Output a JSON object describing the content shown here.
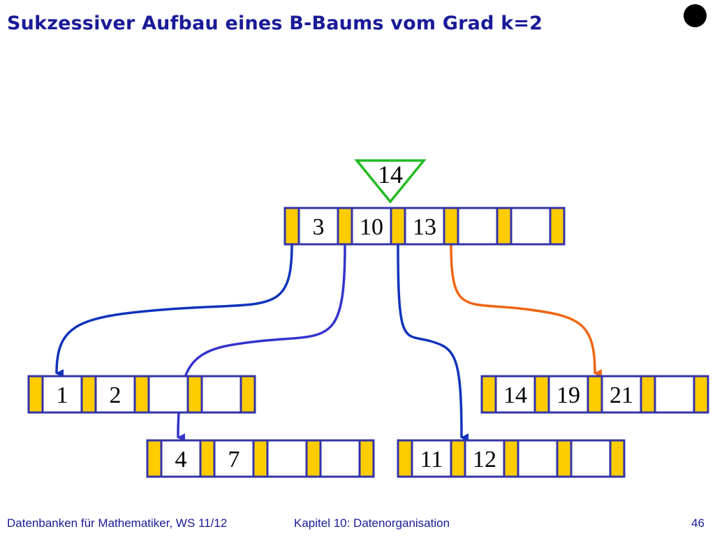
{
  "slide": {
    "title": "Sukzessiver Aufbau eines B-Baums vom Grad k=2",
    "bullet_icon": "filled-circle-icon"
  },
  "tree": {
    "grade_k": 2,
    "insert_key": "14",
    "root": {
      "keys": [
        "3",
        "10",
        "13",
        "",
        ""
      ]
    },
    "leaves": [
      {
        "id": "leaf-1",
        "keys": [
          "1",
          "2",
          "",
          ""
        ]
      },
      {
        "id": "leaf-2",
        "keys": [
          "4",
          "7",
          "",
          ""
        ]
      },
      {
        "id": "leaf-3",
        "keys": [
          "11",
          "12",
          "",
          ""
        ]
      },
      {
        "id": "leaf-4",
        "keys": [
          "14",
          "19",
          "21",
          ""
        ]
      }
    ],
    "edges": [
      {
        "from_pointer": 0,
        "to": "leaf-1",
        "color": "#1133bb"
      },
      {
        "from_pointer": 1,
        "to": "leaf-2",
        "color": "#3333cc"
      },
      {
        "from_pointer": 2,
        "to": "leaf-3",
        "color": "#1133bb"
      },
      {
        "from_pointer": 3,
        "to": "leaf-4",
        "color": "#ee6611"
      }
    ]
  },
  "colors": {
    "pointer_fill": "#ffcc00",
    "node_border": "#3333aa",
    "insert_marker": "#22bb22",
    "title_text": "#1a1a99"
  },
  "footer": {
    "left": "Datenbanken für Mathematiker, WS 11/12",
    "center": "Kapitel 10: Datenorganisation",
    "page": "46"
  }
}
